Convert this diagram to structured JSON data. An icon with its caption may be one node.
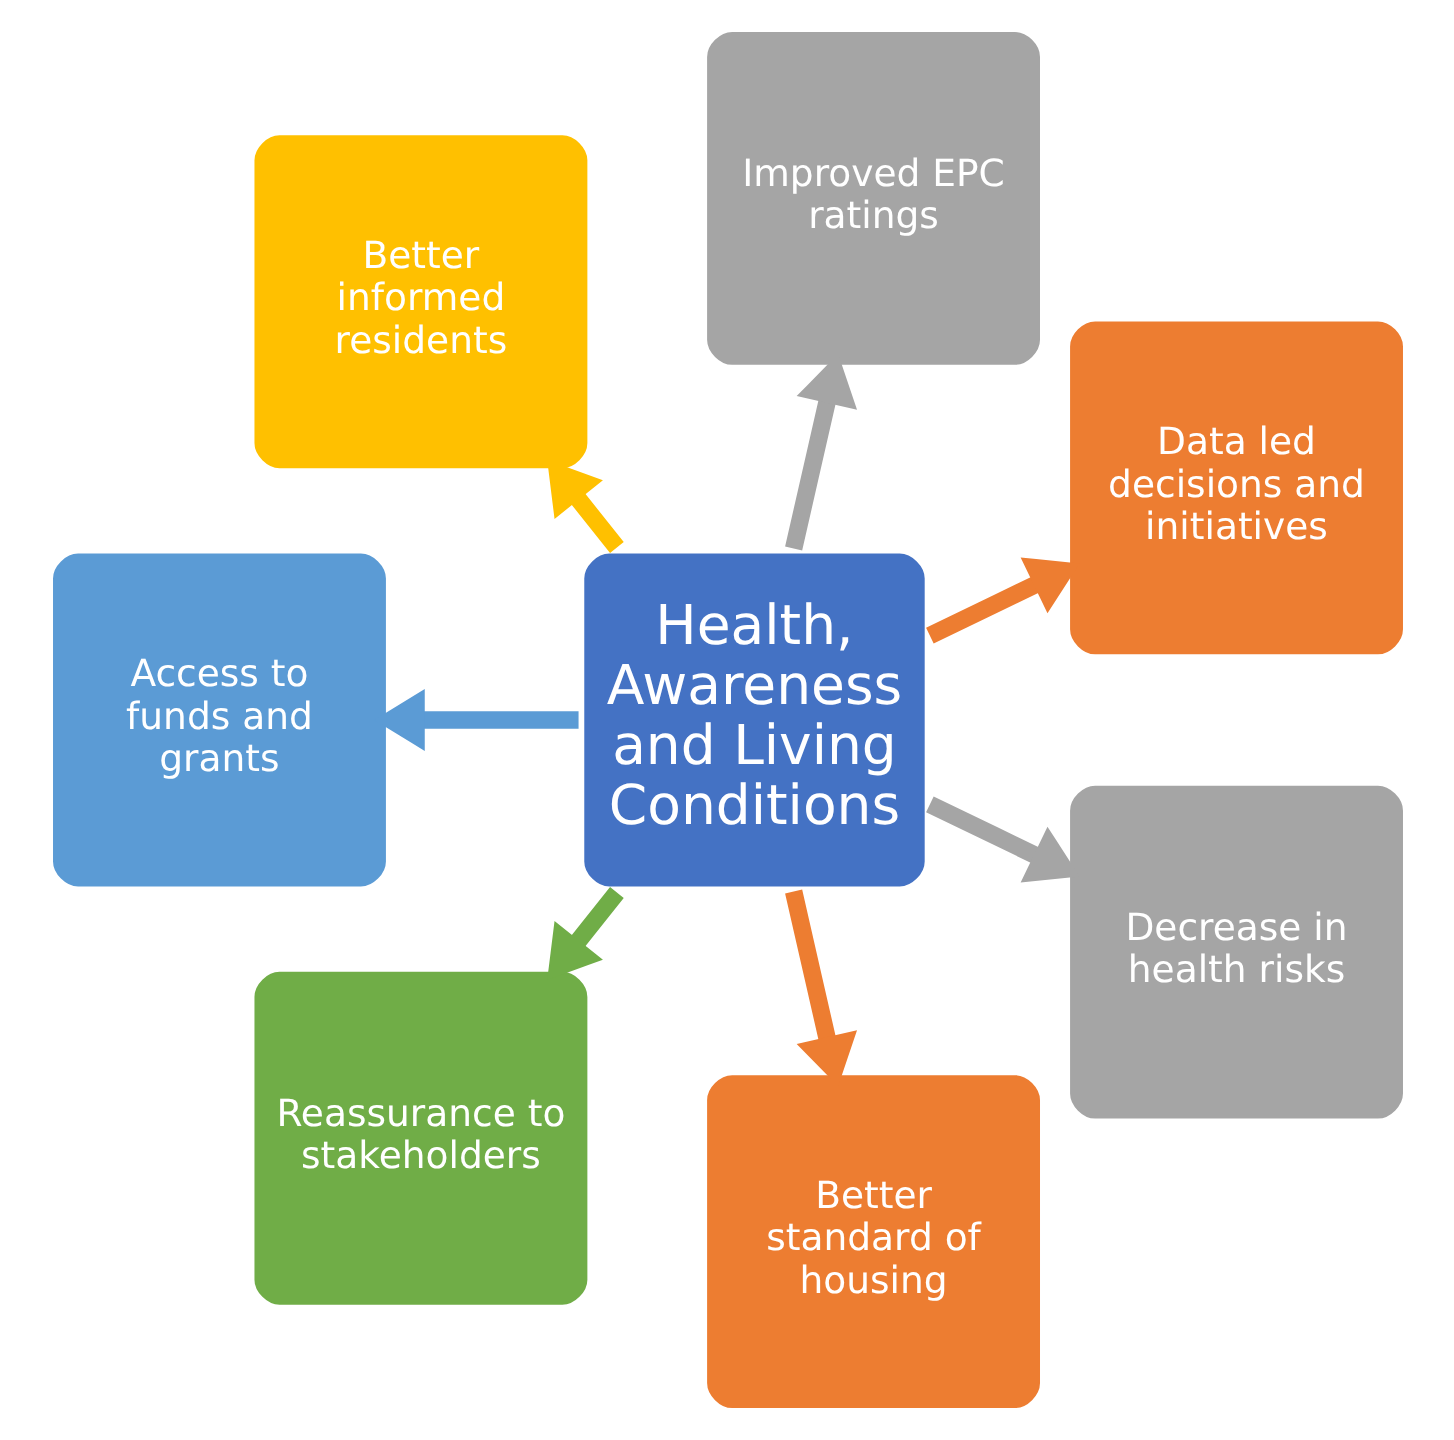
{
  "diagram": {
    "nodes": [
      {
        "text": [
          "Health, Awareness and Living Conditions"
        ]
      },
      {
        "text": [
          "Data led decisions and initiatives"
        ]
      },
      {
        "text": [
          "Improved EPC ratings"
        ]
      },
      {
        "text": [
          "Better informed residents"
        ]
      },
      {
        "text": [
          "Access to funds and grants"
        ]
      },
      {
        "text": [
          "Reassurance to stakeholders"
        ]
      },
      {
        "text": [
          "Better standard of housing"
        ]
      },
      {
        "text": [
          "Decrease in health risks"
        ]
      }
    ],
    "edges": [
      {
        "from": 0,
        "to": 1,
        "arrow": "to",
        "color": "#ed7d31"
      },
      {
        "from": 0,
        "to": 2,
        "arrow": "to",
        "color": "#a5a5a5"
      },
      {
        "from": 0,
        "to": 3,
        "arrow": "to",
        "color": "#ffc000"
      },
      {
        "from": 0,
        "to": 4,
        "arrow": "to",
        "color": "#5b9bd5"
      },
      {
        "from": 0,
        "to": 5,
        "arrow": "to",
        "color": "#70ad47"
      },
      {
        "from": 0,
        "to": 6,
        "arrow": "to",
        "color": "#ed7d31"
      },
      {
        "from": 0,
        "to": 7,
        "arrow": "to",
        "color": "#a5a5a5"
      }
    ]
  }
}
